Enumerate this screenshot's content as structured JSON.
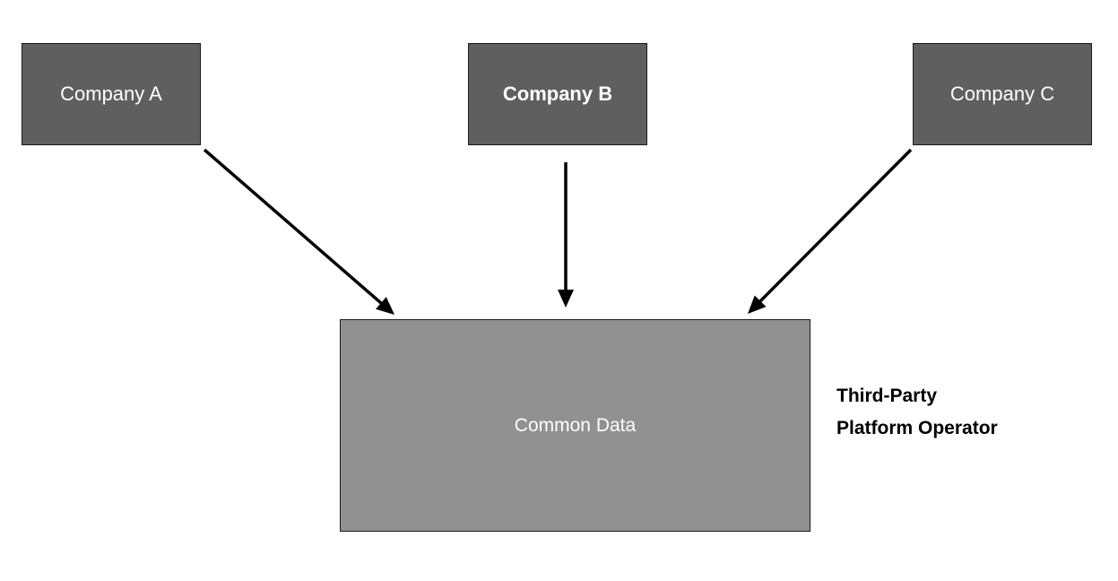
{
  "colors": {
    "company_box_fill": "#5f5f5f",
    "common_box_fill": "#919191",
    "arrow": "#000000",
    "box_text": "#ffffff",
    "label_text": "#000000"
  },
  "nodes": {
    "company_a": {
      "label": "Company A"
    },
    "company_b": {
      "label": "Company B"
    },
    "company_c": {
      "label": "Company C"
    },
    "common_data": {
      "label": "Common Data"
    }
  },
  "operator_label": {
    "line1": "Third-Party",
    "line2": "Platform Operator"
  },
  "edges": [
    {
      "from": "company_a",
      "to": "common_data"
    },
    {
      "from": "company_b",
      "to": "common_data"
    },
    {
      "from": "company_c",
      "to": "common_data"
    }
  ]
}
